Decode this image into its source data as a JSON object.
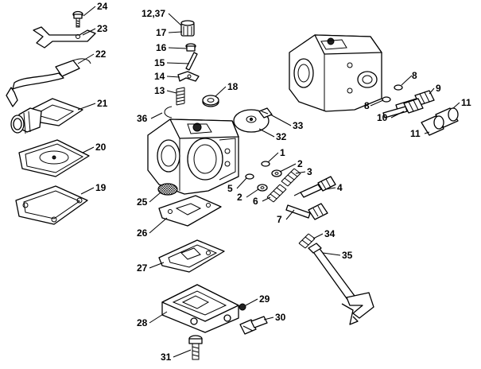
{
  "callouts": [
    {
      "id": "24",
      "text": "24"
    },
    {
      "id": "23",
      "text": "23"
    },
    {
      "id": "22",
      "text": "22"
    },
    {
      "id": "21",
      "text": "21"
    },
    {
      "id": "20",
      "text": "20"
    },
    {
      "id": "19",
      "text": "19"
    },
    {
      "id": "12_37",
      "text": "12,37"
    },
    {
      "id": "17",
      "text": "17"
    },
    {
      "id": "16",
      "text": "16"
    },
    {
      "id": "15",
      "text": "15"
    },
    {
      "id": "14",
      "text": "14"
    },
    {
      "id": "13",
      "text": "13"
    },
    {
      "id": "18",
      "text": "18"
    },
    {
      "id": "36",
      "text": "36"
    },
    {
      "id": "33",
      "text": "33"
    },
    {
      "id": "32",
      "text": "32"
    },
    {
      "id": "1",
      "text": "1"
    },
    {
      "id": "2a",
      "text": "2"
    },
    {
      "id": "3",
      "text": "3"
    },
    {
      "id": "5",
      "text": "5"
    },
    {
      "id": "2b",
      "text": "2"
    },
    {
      "id": "4",
      "text": "4"
    },
    {
      "id": "6",
      "text": "6"
    },
    {
      "id": "7",
      "text": "7"
    },
    {
      "id": "25",
      "text": "25"
    },
    {
      "id": "26",
      "text": "26"
    },
    {
      "id": "27",
      "text": "27"
    },
    {
      "id": "28",
      "text": "28"
    },
    {
      "id": "29",
      "text": "29"
    },
    {
      "id": "30",
      "text": "30"
    },
    {
      "id": "31",
      "text": "31"
    },
    {
      "id": "34",
      "text": "34"
    },
    {
      "id": "35",
      "text": "35"
    },
    {
      "id": "8a",
      "text": "8"
    },
    {
      "id": "9",
      "text": "9"
    },
    {
      "id": "8b",
      "text": "8"
    },
    {
      "id": "10",
      "text": "10"
    },
    {
      "id": "11a",
      "text": "11"
    },
    {
      "id": "11b",
      "text": "11"
    }
  ]
}
